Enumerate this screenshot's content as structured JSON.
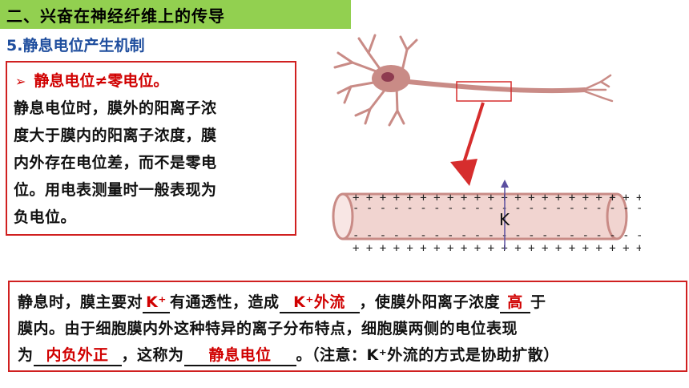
{
  "header": {
    "section_title": "二、兴奋在神经纤维上的传导",
    "subtitle": "5.静息电位产生机制"
  },
  "box1": {
    "bullet_glyph": "➢",
    "heading": "静息电位≠零电位。",
    "lines": [
      "静息电位时，膜外的阳离子浓",
      "度大于膜内的阳离子浓度，膜",
      "内外存在电位差，而不是零电",
      "位。用电表测量时一般表现为",
      "负电位。"
    ]
  },
  "figure": {
    "k_label": "K",
    "plus_row": "+ + + + + + + + + + + + + + + + + + + + + + +",
    "minus_row": "- - - - - - - - - - - - - - - - - - - - - - - -",
    "colors": {
      "axon": "#c98b86",
      "membrane": "#f1d4d0",
      "arrow": "#d62d2d",
      "ion_arrow": "#5b4fa0"
    }
  },
  "box2": {
    "line1": {
      "t1": "静息时，膜主要对",
      "a1": "K⁺",
      "t2": "有通透性，造成",
      "a2": "K⁺外流",
      "t3": "，使膜外阳离子浓度",
      "a3": "高",
      "t4": "于"
    },
    "line2": "膜内。由于细胞膜内外这种特异的离子分布特点，细胞膜两侧的电位表现",
    "line3": {
      "t1": "为",
      "a1": "内负外正",
      "t2": "，这称为",
      "a2": "静息电位",
      "t3": "。（注意：K⁺外流的方式是协助扩散）"
    }
  }
}
